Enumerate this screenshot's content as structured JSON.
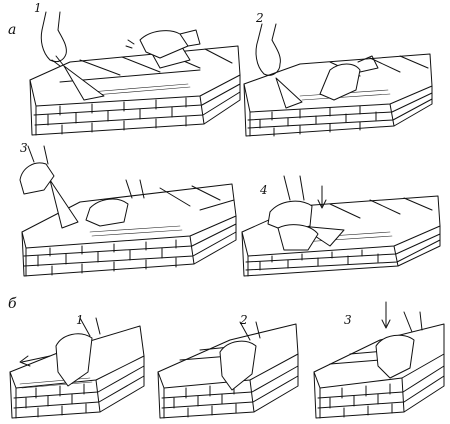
{
  "figure": {
    "section_a": {
      "label": "а",
      "panels": [
        {
          "step": "1"
        },
        {
          "step": "2"
        },
        {
          "step": "3"
        },
        {
          "step": "4"
        }
      ]
    },
    "section_b": {
      "label": "б",
      "panels": [
        {
          "step": "1"
        },
        {
          "step": "2"
        },
        {
          "step": "3"
        }
      ]
    }
  }
}
